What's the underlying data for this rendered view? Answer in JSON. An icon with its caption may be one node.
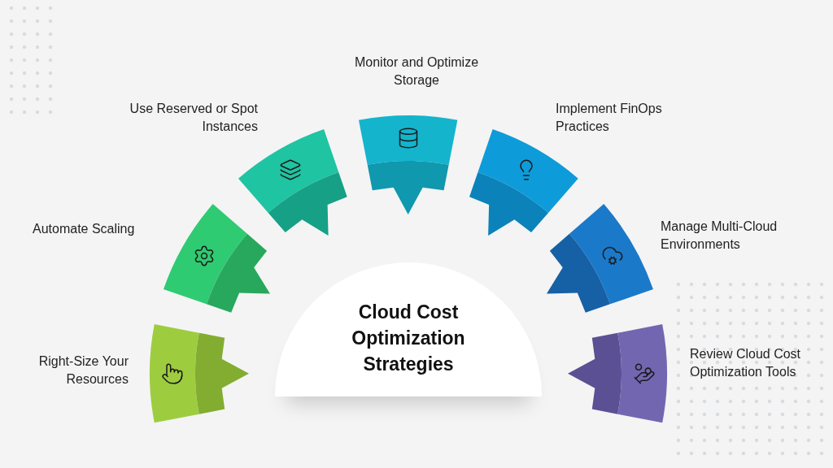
{
  "diagram": {
    "nodes": [
      {
        "text": [
          "Cloud Cost Optimization Strategies"
        ]
      },
      {
        "text": [],
        "shape": "sector",
        "beside": [
          "Right-Size Your Resources"
        ]
      },
      {
        "text": [],
        "shape": "sector",
        "beside": [
          "Automate Scaling"
        ]
      },
      {
        "text": [],
        "shape": "sector",
        "beside": [
          "Use Reserved or Spot Instances"
        ]
      },
      {
        "text": [],
        "shape": "sector",
        "beside": [
          "Monitor and Optimize Storage"
        ]
      },
      {
        "text": [],
        "shape": "sector",
        "beside": [
          "Implement FinOps Practices"
        ]
      },
      {
        "text": [],
        "shape": "sector",
        "beside": [
          "Manage Multi-Cloud Environments"
        ]
      },
      {
        "text": [],
        "shape": "sector",
        "beside": [
          "Review Cloud Cost Optimization Tools"
        ]
      }
    ]
  }
}
